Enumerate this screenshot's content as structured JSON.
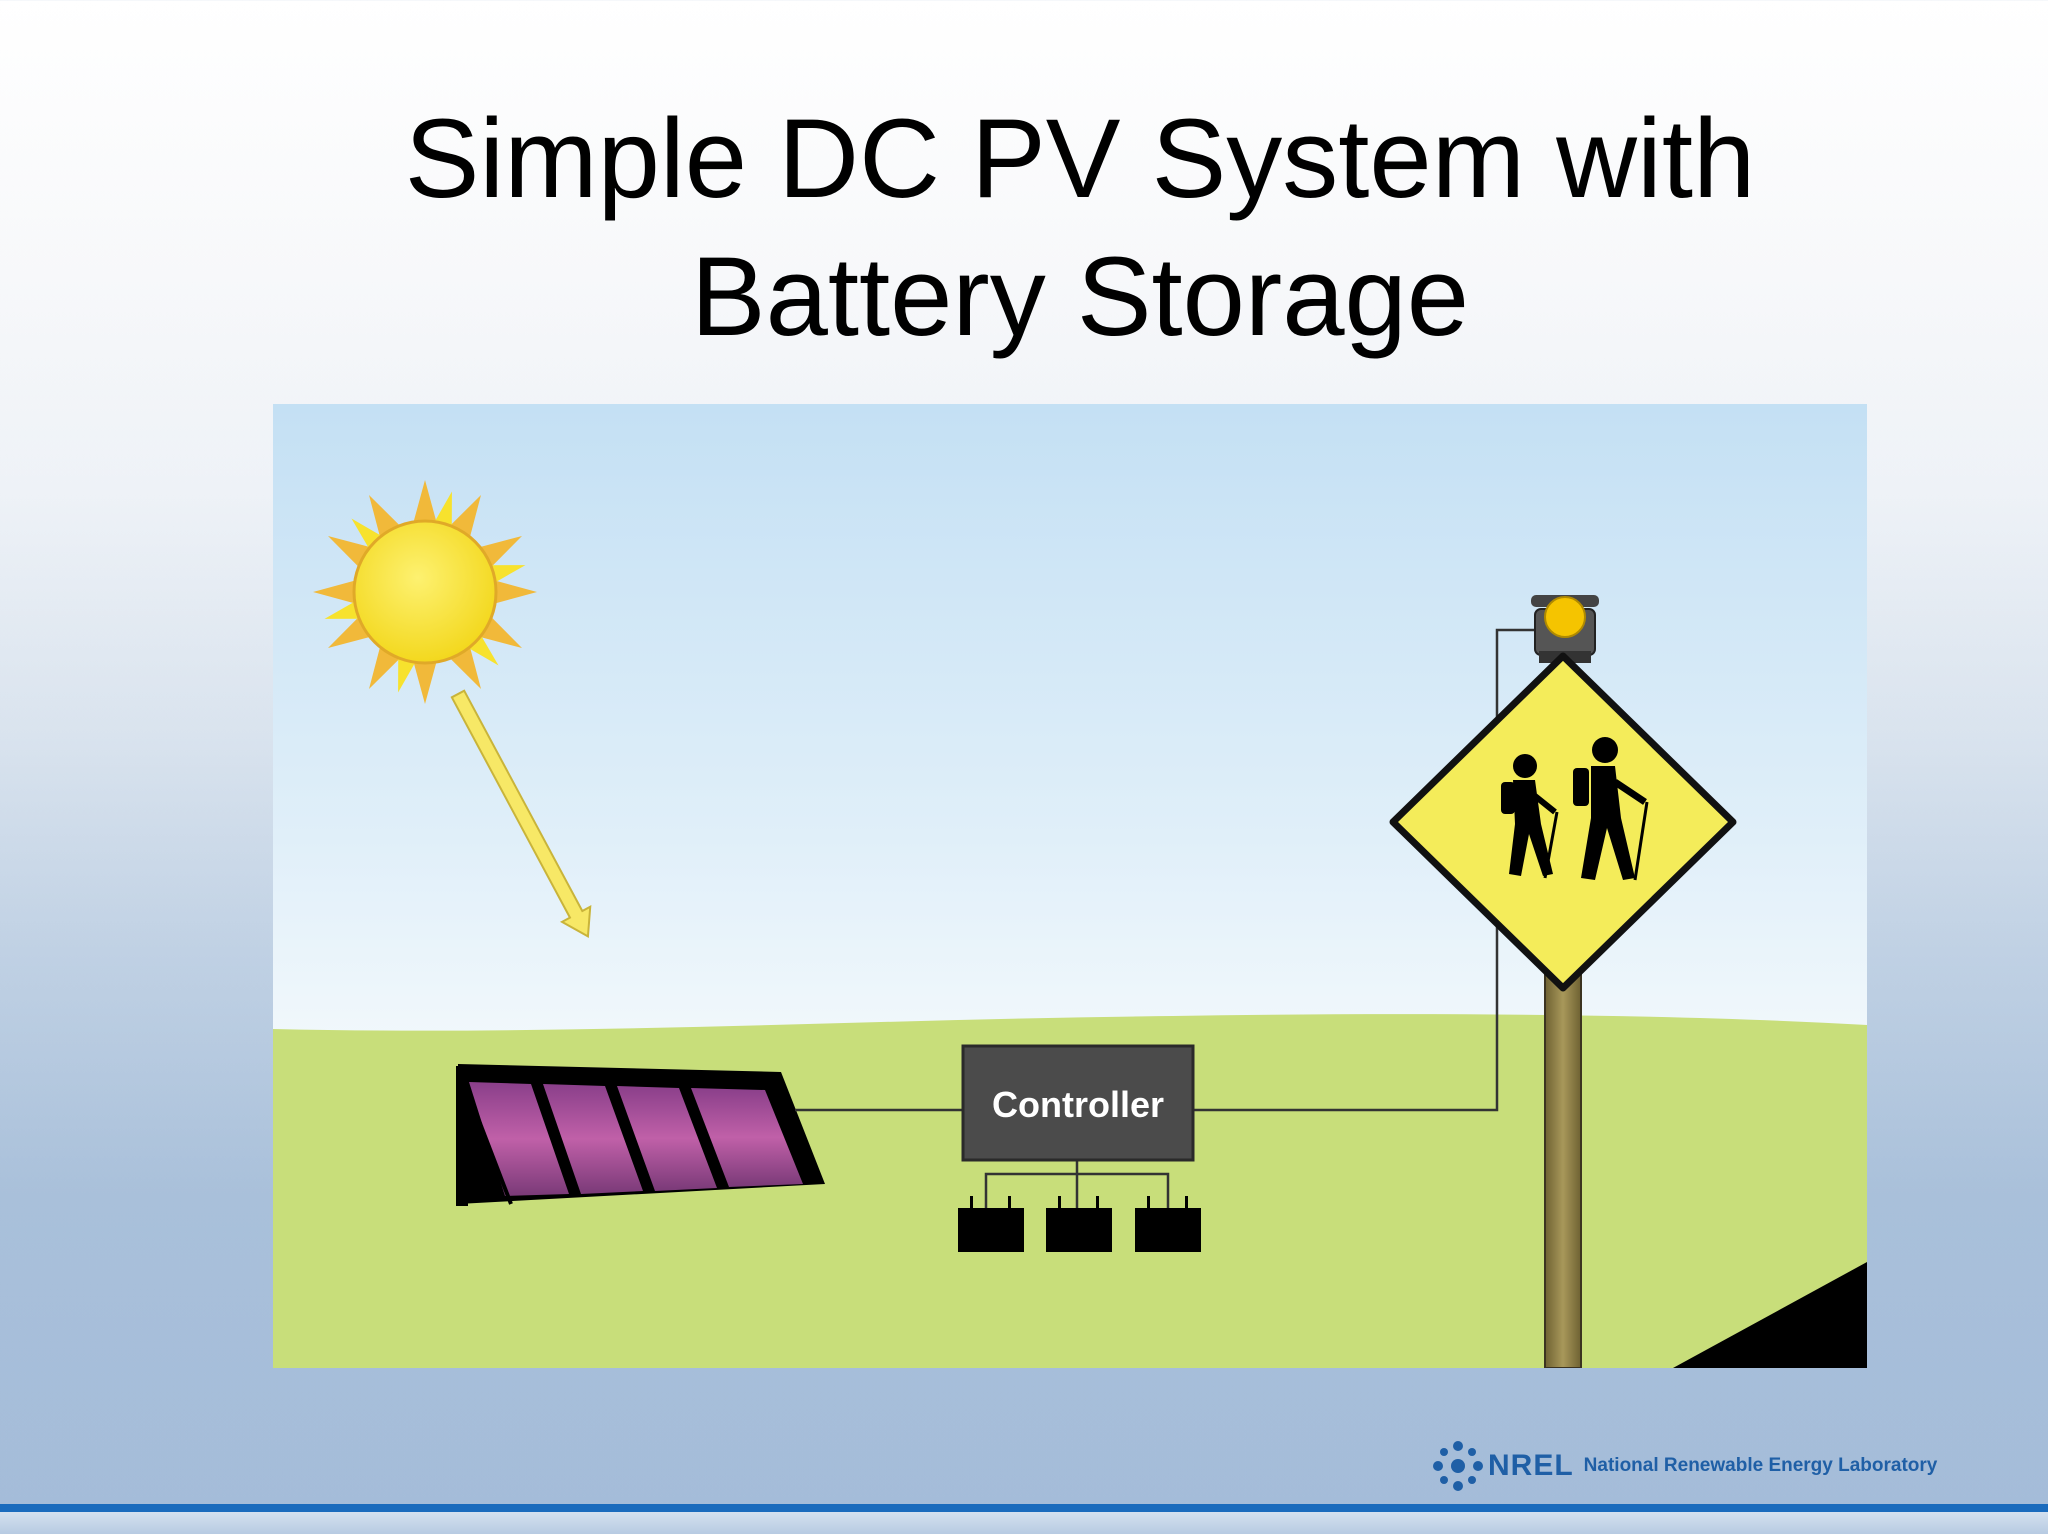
{
  "slide": {
    "title_line1": "Simple DC PV System with",
    "title_line2": "Battery Storage"
  },
  "diagram": {
    "controller_label": "Controller",
    "battery_count": 3,
    "panel_cell_count": 4,
    "colors": {
      "sky_top": "#c4e0f4",
      "sky_horizon": "#fbfdfd",
      "grass": "#c8de7a",
      "sun": "#f7e22d",
      "sun_rays": "#f1b93a",
      "sunbeam_arrow": "#f7e866",
      "panel_cells": "#b4539d",
      "controller_box": "#4b4b4b",
      "sign": "#f4ec5a",
      "beacon_light": "#f5c400",
      "pole": "#8a7a3c",
      "battery": "#000000"
    },
    "icons": [
      "sun-icon",
      "solar-panel-icon",
      "battery-icon",
      "hikers-icon",
      "beacon-light-icon"
    ]
  },
  "footer": {
    "logo_abbr": "NREL",
    "logo_name": "National Renewable Energy Laboratory",
    "accent": "#1a6bbd"
  }
}
